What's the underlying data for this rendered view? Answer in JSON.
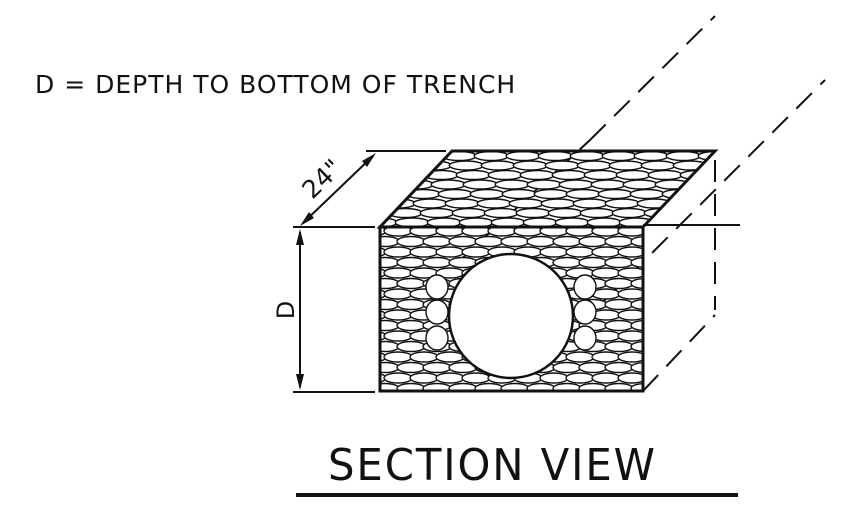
{
  "note": "D = DEPTH TO BOTTOM OF TRENCH",
  "labels": {
    "width": "24\"",
    "depth": "D"
  },
  "title": "SECTION VIEW",
  "colors": {
    "ink": "#111111",
    "background": "#ffffff"
  }
}
